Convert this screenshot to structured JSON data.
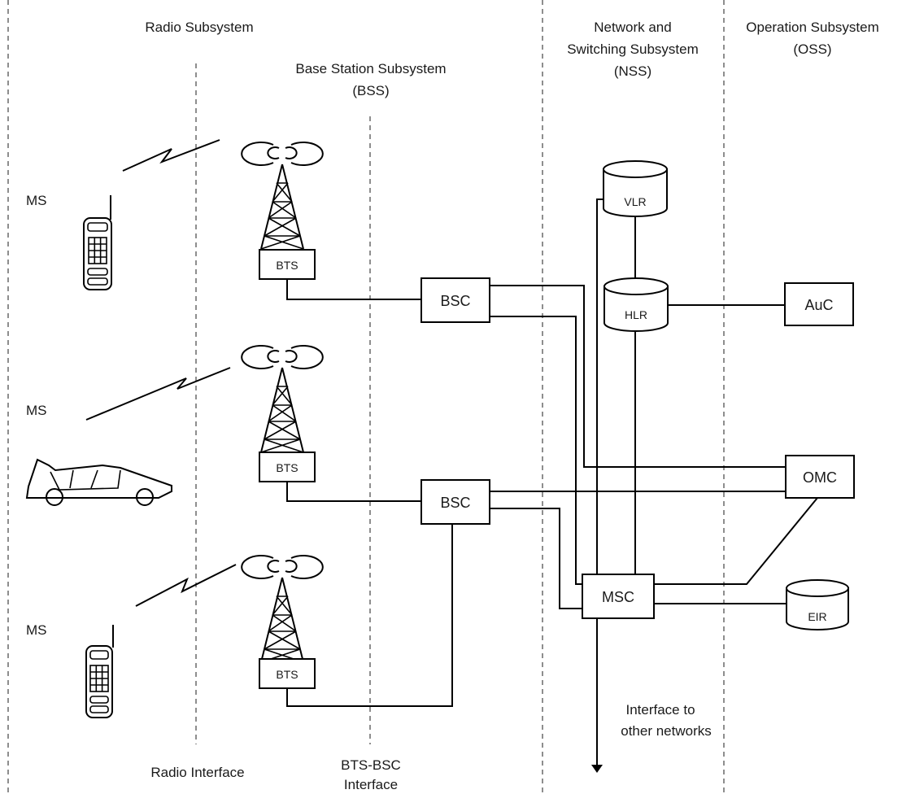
{
  "subsystems": {
    "radio": "Radio Subsystem",
    "bss_line1": "Base Station Subsystem",
    "bss_line2": "(BSS)",
    "nss_line1": "Network and",
    "nss_line2": "Switching Subsystem",
    "nss_line3": "(NSS)",
    "oss_line1": "Operation Subsystem",
    "oss_line2": "(OSS)"
  },
  "interfaces": {
    "radio": "Radio Interface",
    "bts_bsc_line1": "BTS-BSC",
    "bts_bsc_line2": "Interface",
    "other_line1": "Interface to",
    "other_line2": "other networks"
  },
  "mobile_stations": [
    {
      "label": "MS",
      "icon": "handset-icon"
    },
    {
      "label": "MS",
      "icon": "car-icon"
    },
    {
      "label": "MS",
      "icon": "handset-icon"
    }
  ],
  "bts": [
    {
      "label": "BTS"
    },
    {
      "label": "BTS"
    },
    {
      "label": "BTS"
    }
  ],
  "bsc": [
    {
      "label": "BSC"
    },
    {
      "label": "BSC"
    }
  ],
  "nss_nodes": {
    "vlr": "VLR",
    "hlr": "HLR",
    "msc": "MSC"
  },
  "oss_nodes": {
    "auc": "AuC",
    "omc": "OMC",
    "eir": "EIR"
  }
}
